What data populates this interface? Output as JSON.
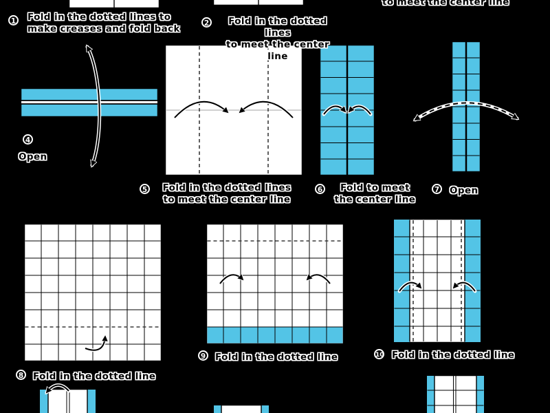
{
  "colors": {
    "background": "#000000",
    "paper_front": "#ffffff",
    "paper_color": "#53c4e6",
    "outline": "#000000",
    "label_text": "#000000",
    "label_halo": "#ffffff"
  },
  "step_numbers": {
    "step1": "1",
    "step2": "2",
    "step4": "4",
    "step5": "5",
    "step6": "6",
    "step7": "7",
    "step8": "8",
    "step9": "9",
    "step10": "10"
  },
  "labels": {
    "step1": "Fold in the dotted lines to\nmake creases and fold back",
    "step2": "Fold in the dotted lines\nto meet the center line",
    "step4": "Open",
    "step5": "Fold in the dotted lines\nto meet the center line",
    "step6": "Fold to meet\nthe center line",
    "step7": "Open",
    "step8": "Fold in the dotted line",
    "step9": "Fold in the dotted line",
    "step10": "Fold in the dotted line",
    "top_right_partial": "to meet the center line"
  }
}
